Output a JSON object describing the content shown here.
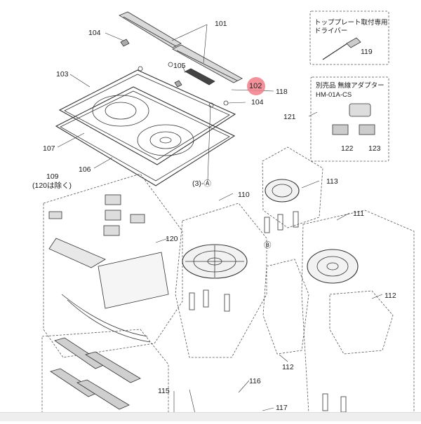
{
  "labels": {
    "l101": "101",
    "l102": "102",
    "l103": "103",
    "l104a": "104",
    "l104b": "104",
    "l105": "105",
    "l106": "106",
    "l107": "107",
    "l109": "109",
    "l109note": "(120は除く)",
    "l110": "110",
    "l111": "111",
    "l112a": "112",
    "l112b": "112",
    "l113": "113",
    "l115": "115",
    "l116": "116",
    "l117": "117",
    "l118": "118",
    "l119": "119",
    "l120": "120",
    "l121": "121",
    "l122": "122",
    "l123": "123",
    "l3a": "(3)-Ⓐ",
    "lB": "Ⓑ"
  },
  "boxes": {
    "tool_title_line1": "トッププレート取付専用",
    "tool_title_line2": "ドライバー",
    "adapter_line1": "別売品 無線アダプター",
    "adapter_line2": "HM-01A-CS"
  },
  "colors": {
    "line": "#333333",
    "highlight": "#f07e88"
  }
}
